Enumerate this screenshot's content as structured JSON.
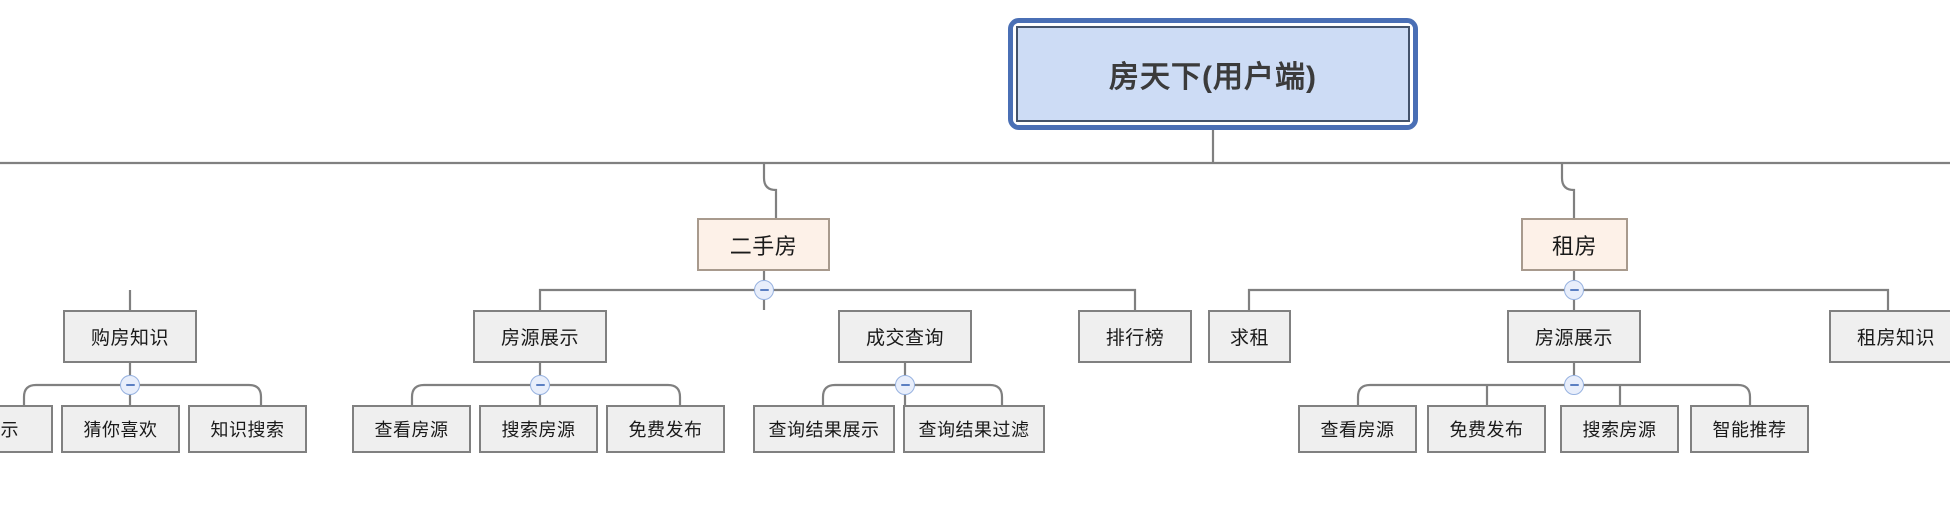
{
  "diagram": {
    "type": "mindmap-tree",
    "title": "房天下(用户端)",
    "orientation": "top-down",
    "colors": {
      "root_fill": "#cddcf5",
      "root_border": "#44536b",
      "root_selection_ring": "#4a6fb5",
      "level2_fill": "#fdf1e8",
      "level2_border": "#a89a8d",
      "node_fill": "#efefef",
      "node_border": "#808080",
      "connector": "#808080",
      "toggle_fill": "#e8eefb",
      "toggle_border": "#97b2e0",
      "toggle_glyph": "#5b7fc2",
      "text": "#1a1a1a"
    }
  },
  "root": {
    "label": "房天下(用户端)"
  },
  "branches": [
    {
      "id": "b1",
      "label": "二手房"
    },
    {
      "id": "b2",
      "label": "租房"
    }
  ],
  "level3": [
    {
      "id": "n-gfzs",
      "label": "购房知识"
    },
    {
      "id": "n-fyzs1",
      "label": "房源展示"
    },
    {
      "id": "n-cjcx",
      "label": "成交查询"
    },
    {
      "id": "n-phb",
      "label": "排行榜"
    },
    {
      "id": "n-qz",
      "label": "求租"
    },
    {
      "id": "n-fyzs2",
      "label": "房源展示"
    },
    {
      "id": "n-zfzs",
      "label": "租房知识"
    }
  ],
  "level4": [
    {
      "id": "l-zhanshi",
      "label": "展示",
      "parent": "n-gfzs",
      "clipped": true
    },
    {
      "id": "l-cnxh",
      "label": "猜你喜欢",
      "parent": "n-gfzs"
    },
    {
      "id": "l-zsss",
      "label": "知识搜索",
      "parent": "n-gfzs"
    },
    {
      "id": "l-ckfy1",
      "label": "查看房源",
      "parent": "n-fyzs1"
    },
    {
      "id": "l-ssfy1",
      "label": "搜索房源",
      "parent": "n-fyzs1"
    },
    {
      "id": "l-mffb1",
      "label": "免费发布",
      "parent": "n-fyzs1"
    },
    {
      "id": "l-cxjgzs",
      "label": "查询结果展示",
      "parent": "n-cjcx"
    },
    {
      "id": "l-cxjggl",
      "label": "查询结果过滤",
      "parent": "n-cjcx"
    },
    {
      "id": "l-ckfy2",
      "label": "查看房源",
      "parent": "n-fyzs2"
    },
    {
      "id": "l-mffb2",
      "label": "免费发布",
      "parent": "n-fyzs2"
    },
    {
      "id": "l-ssfy2",
      "label": "搜索房源",
      "parent": "n-fyzs2"
    },
    {
      "id": "l-zntj",
      "label": "智能推荐",
      "parent": "n-fyzs2"
    }
  ],
  "toggles": [
    {
      "id": "t-b1",
      "state": "expanded",
      "glyph": "minus",
      "for": "二手房"
    },
    {
      "id": "t-b2",
      "state": "expanded",
      "glyph": "minus",
      "for": "租房"
    },
    {
      "id": "t-gfzs",
      "state": "expanded",
      "glyph": "minus",
      "for": "购房知识"
    },
    {
      "id": "t-fyzs1",
      "state": "expanded",
      "glyph": "minus",
      "for": "房源展示"
    },
    {
      "id": "t-cjcx",
      "state": "expanded",
      "glyph": "minus",
      "for": "成交查询"
    },
    {
      "id": "t-fyzs2",
      "state": "expanded",
      "glyph": "minus",
      "for": "房源展示"
    }
  ]
}
